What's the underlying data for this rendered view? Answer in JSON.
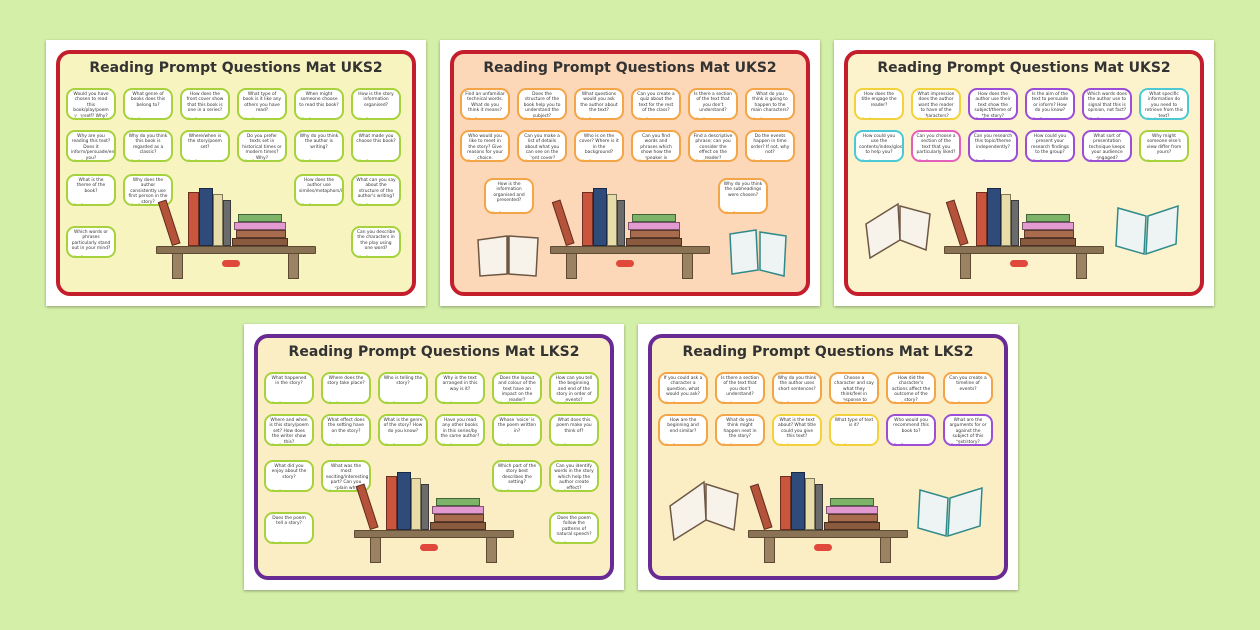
{
  "colors": {
    "background": "#d4f0a8",
    "uks2_border": "#c41e2c",
    "lks2_border": "#6a2a93",
    "mat_light_yellow": "#f8f4c0",
    "mat_peach": "#fcd7b8",
    "mat_cream": "#fcf2cc",
    "mat_yellow": "#fbeec4",
    "bubble_green": "#a6d23e",
    "bubble_orange": "#f4a548",
    "bubble_pink": "#e45fb9",
    "bubble_cyan": "#4cc9d4",
    "bubble_purple": "#9c4fd6",
    "bubble_yellow": "#f2d23c"
  },
  "mats": [
    {
      "title": "Reading Prompt Questions Mat UKS2",
      "bubbles": [
        "Would you have chosen to read this book/play/poem yourself? Why?",
        "What genre of books does this belong to?",
        "How does the front cover show that this book is one in a series?",
        "What type of book is it like any others you have read?",
        "When might someone choose to read this book?",
        "How is the story information organised?",
        "Why are you reading this text? Does it inform/persuade/entertain you?",
        "Why do you think this book is regarded as a classic?",
        "Where/when is the story/poem set?",
        "Do you prefer texts set in historical times or modern times? Why?",
        "Why do you think the author is writing?",
        "What made you choose this book?",
        "What is the theme of the book?",
        "Why does the author consistently use first person in the story?",
        "How does the author use similes/metaphors/imagery?",
        "What can you say about the structure of the author's writing?",
        "Which words or phrases particularly stand out in your mind?",
        "Can you describe the characters in the play using one word?"
      ]
    },
    {
      "title": "Reading Prompt Questions Mat UKS2",
      "bubbles": [
        "Find an unfamiliar technical words. What do you think it means?",
        "Does the structure of the book help you to understand the subject?",
        "What questions would you ask the author about the text?",
        "Can you create a quiz about the text for the rest of the class?",
        "Is there a section of the text that you don't understand?",
        "What do you think is going to happen to the main characters?",
        "Who would you like to meet in the story? Give reasons for your choice.",
        "Can you make a list of details about what you can see on the front cover?",
        "Who is on the cover? Where is it in the background?",
        "Can you find words and phrases which show how the speaker is feeling?",
        "Find a descriptive phrase; can you consider the effect on the reader?",
        "Do the events happen in time order? If not, why not?",
        "How is the information organised and presented?",
        "Why do you think the subheadings were chosen?"
      ]
    },
    {
      "title": "Reading Prompt Questions Mat UKS2",
      "bubbles": [
        "How does the title engage the reader?",
        "What impression does the author want the reader to have of the characters?",
        "How does the author use their text show the subject/theme of the story?",
        "Is the aim of the text to persuade or inform? How do you know?",
        "Which words does the author use to signal that this is opinion, not fact?",
        "What specific information do you need to retrieve from this text?",
        "How could you use the contents/index/glossary to help you?",
        "Can you choose a section of the text that you particularly liked?",
        "Can you research this topic/theme independently?",
        "How could you present your research findings to the group?",
        "What sort of presentation technique keeps your audience engaged?",
        "Why might someone else's view differ from yours?"
      ]
    },
    {
      "title": "Reading Prompt Questions Mat LKS2",
      "bubbles": [
        "What happened in the story?",
        "Where does the story take place?",
        "Who is telling the story?",
        "Why is the text arranged in this way is it?",
        "Does the layout and colour of the text have an impact on the reader?",
        "How can you tell the beginning and end of the story in order of events?",
        "Where and when is this story/poem set? How does the writer show this?",
        "What effect does the setting have on the story?",
        "What is the genre of the story? How do you know?",
        "Have you read any other books in this series/by the same author?",
        "Whose 'voice' is the poem written in?",
        "What does this poem make you think of?",
        "What did you enjoy about the story?",
        "What was the most exciting/interesting part? Can you explain why?",
        "Which part of the story best describes the setting?",
        "Can you identify words in the story which help the author create effect?",
        "Does the poem tell a story?",
        "Does the poem follow the patterns of natural speech?"
      ]
    },
    {
      "title": "Reading Prompt Questions Mat LKS2",
      "bubbles": [
        "If you could ask a character a question, what would you ask?",
        "Is there a section of the text that you don't understand?",
        "Why do you think the author uses short sentences?",
        "Choose a character and say what they think/feel in response to events?",
        "How did the character's actions affect the outcome of the story?",
        "Can you create a timeline of events?",
        "How are the beginning and end similar?",
        "What do you think might happen next in the story?",
        "What is the text about? What title could you give this text?",
        "What type of text is it?",
        "Who would you recommend this book to?",
        "What are the arguments for or against the subject of this text/story?"
      ]
    }
  ]
}
